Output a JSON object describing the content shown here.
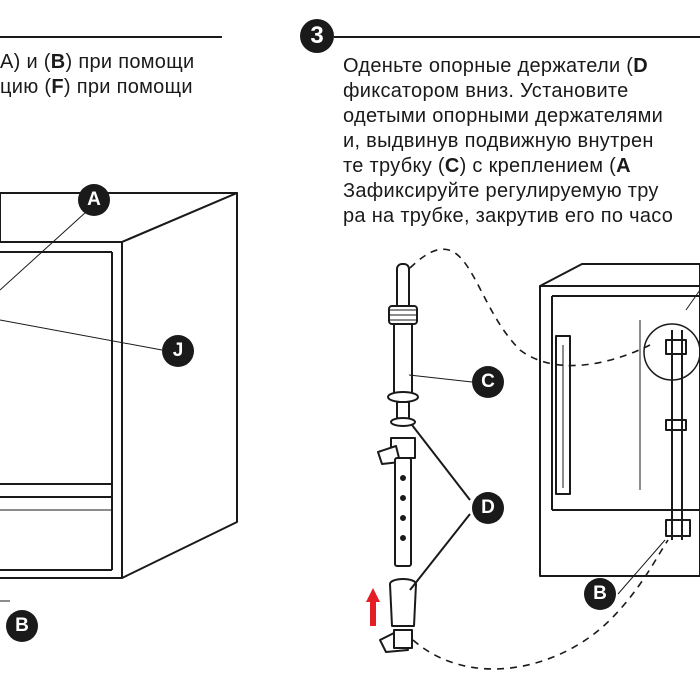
{
  "left_instructions": {
    "line1": {
      "pre": "А) и (",
      "bold": "В",
      "post": ") при помощи"
    },
    "line2": {
      "pre": "цию (",
      "bold": "F",
      "post": ") при помощи"
    }
  },
  "step": {
    "number": "3"
  },
  "right_instructions": {
    "line1": {
      "pre": "Оденьте опорные держатели (",
      "bold": "D",
      "post": ""
    },
    "line2": {
      "text": "фиксатором вниз. Установите"
    },
    "line3": {
      "text": "одетыми опорными держателями"
    },
    "line4": {
      "text": "и, выдвинув подвижную внутрен"
    },
    "line5": {
      "pre": "те трубку (",
      "bold": "С",
      "post": ") с креплением (",
      "bold2": "А"
    },
    "line6": {
      "text": "Зафиксируйте регулируемую тру"
    },
    "line7": {
      "text": "ра на трубке, закрутив его по часо"
    }
  },
  "callouts": {
    "A": "A",
    "J": "J",
    "B_left": "B",
    "C": "C",
    "D": "D",
    "B_right": "B"
  },
  "colors": {
    "ink": "#1a1a1a",
    "arrow": "#e31e24"
  }
}
